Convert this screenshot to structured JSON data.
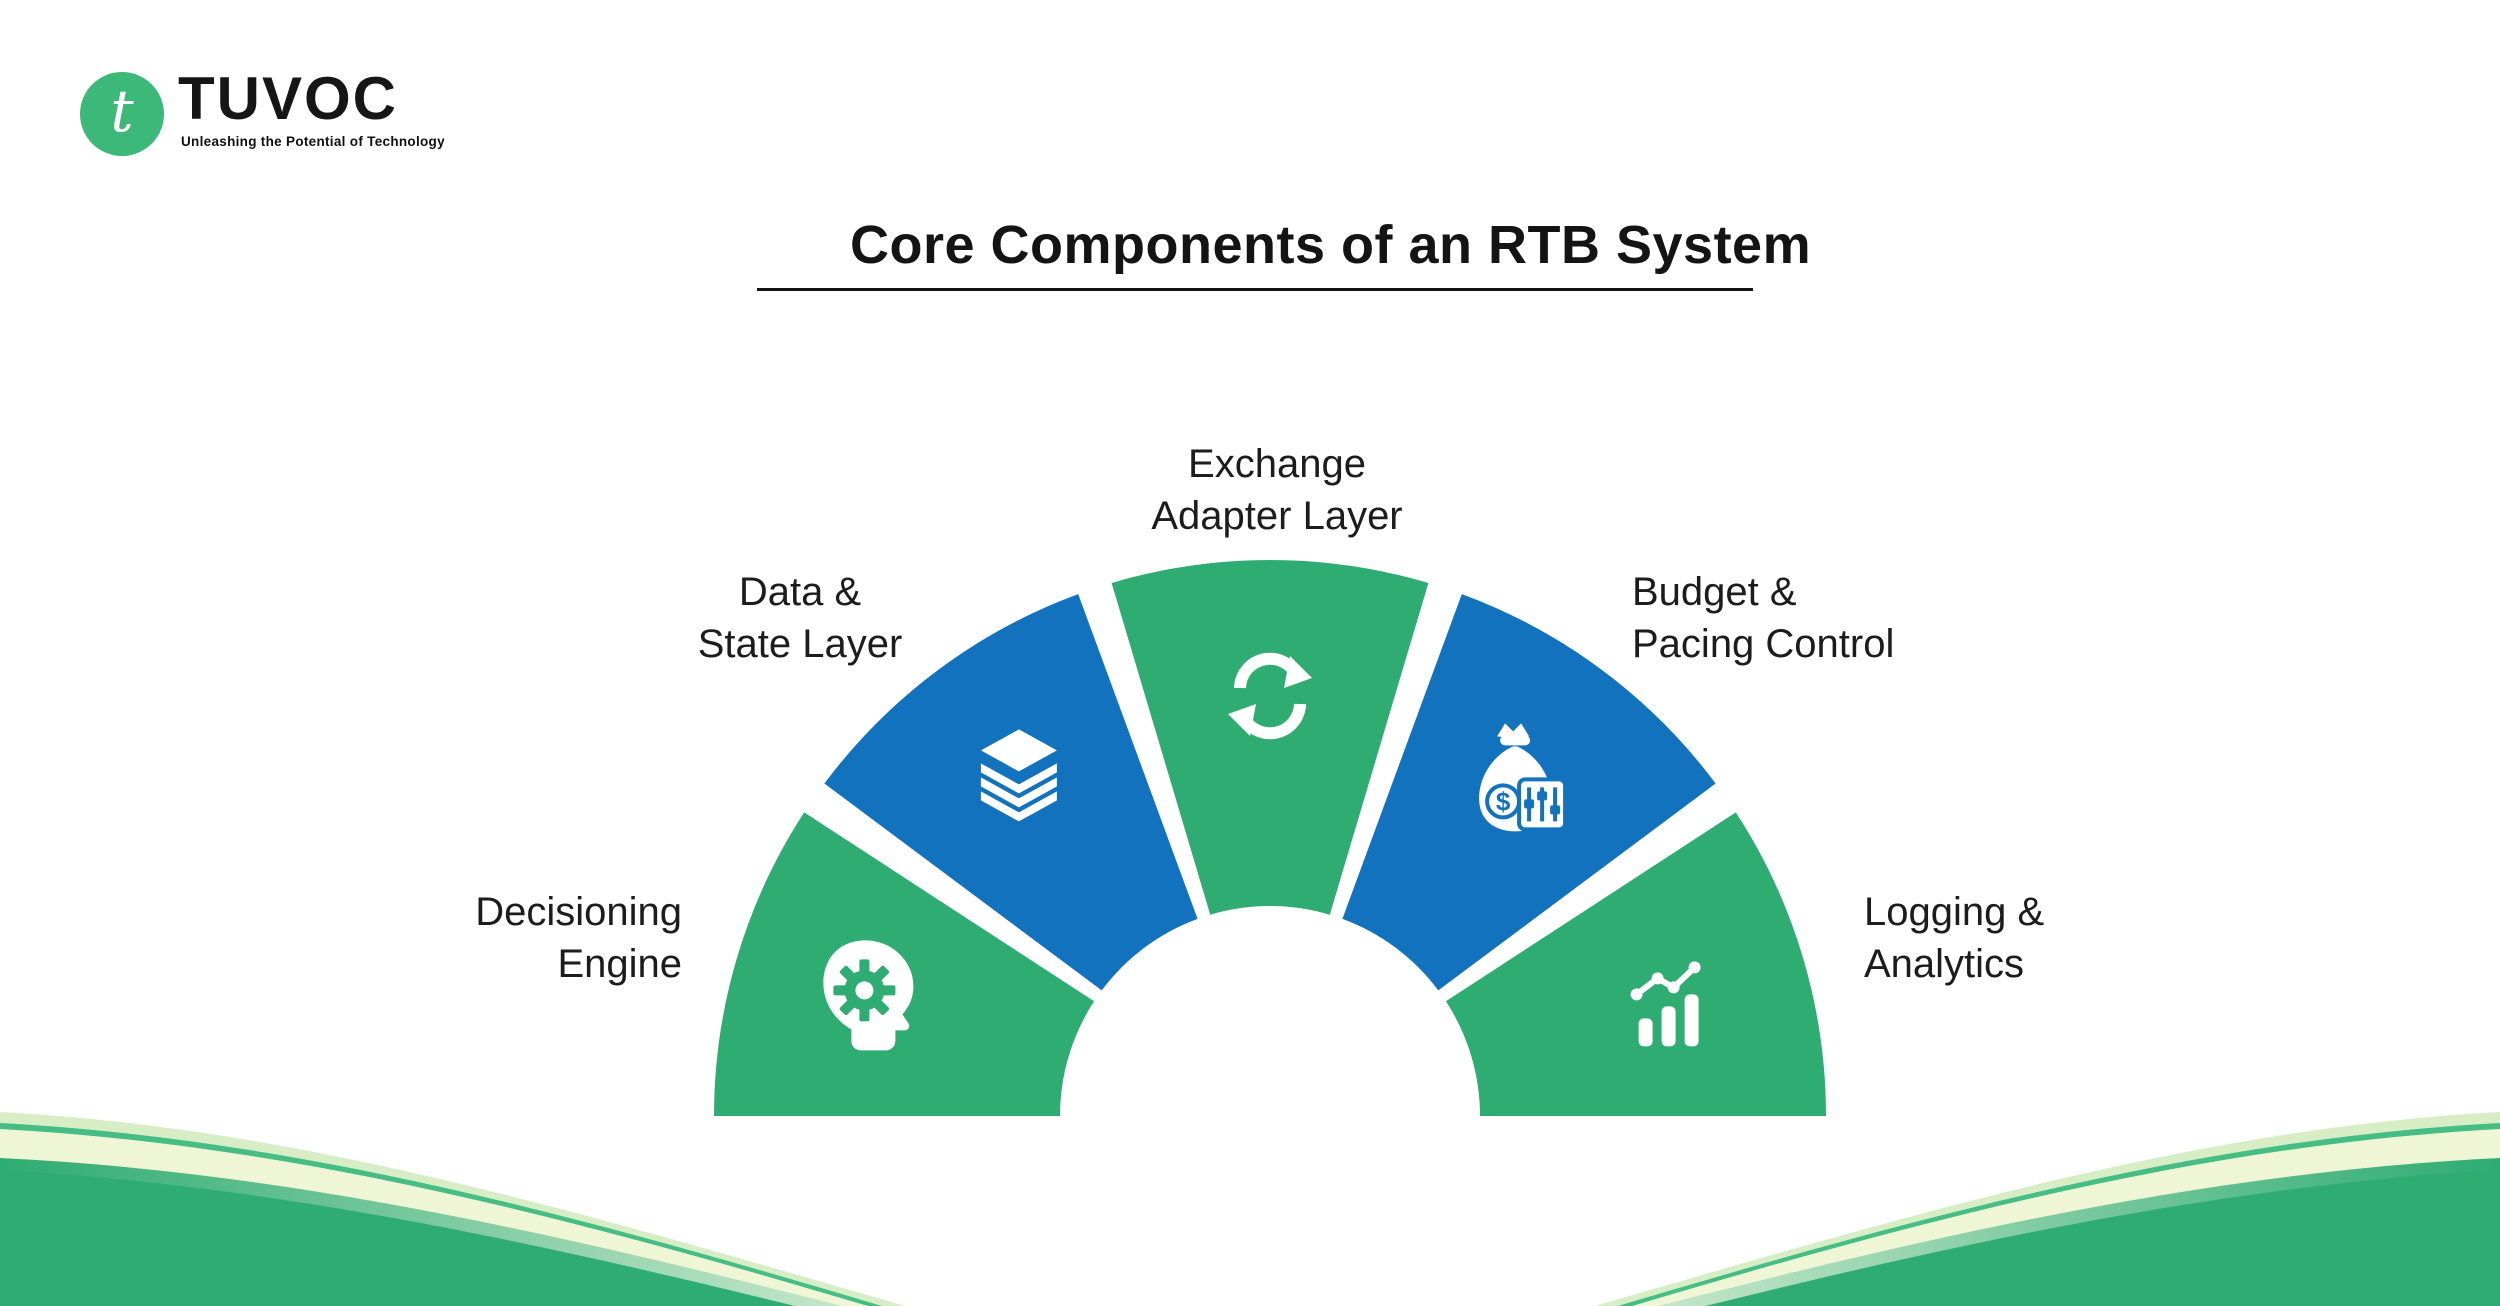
{
  "logo": {
    "brand": "TUVOC",
    "tagline": "Unleashing the Potential of Technology",
    "mark_letter": "t"
  },
  "title": {
    "text": "Core Components of an RTB System"
  },
  "colors": {
    "green": "#2eac72",
    "blue": "#1272bd",
    "text": "#1c1c1c",
    "logo_green": "#3cb878",
    "swoosh_pale": "#d7edc6",
    "swoosh_line": "#45bd85",
    "swoosh_cream": "#eef6d6",
    "swoosh_grad_light": "#c4e6c9"
  },
  "diagram": {
    "shape": "semicircular fan, 5 wedges",
    "segments": [
      {
        "label": "Decisioning\nEngine",
        "color": "green",
        "icon": "head-gear-icon"
      },
      {
        "label": "Data &\nState Layer",
        "color": "blue",
        "icon": "layers-icon"
      },
      {
        "label": "Exchange\nAdapter Layer",
        "color": "green",
        "icon": "sync-icon"
      },
      {
        "label": "Budget &\nPacing Control",
        "color": "blue",
        "icon": "money-bag-icon"
      },
      {
        "label": "Logging &\nAnalytics",
        "color": "green",
        "icon": "analytics-icon"
      }
    ]
  }
}
